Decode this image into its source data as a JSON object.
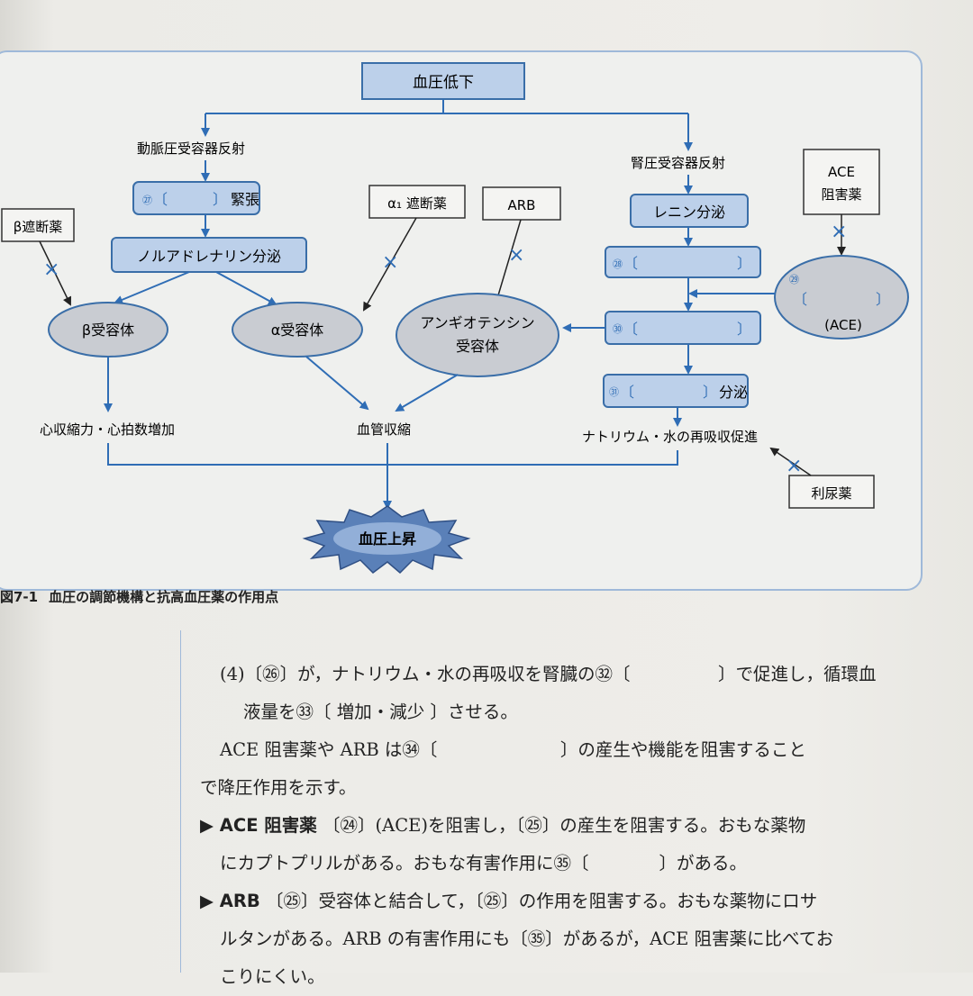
{
  "diagram": {
    "nodes": {
      "top": "血圧低下",
      "left_reflex": "動脈圧受容器反射",
      "right_reflex": "腎圧受容器反射",
      "tension_blank_num": "㉗",
      "tension_label": "緊張",
      "noradrenaline": "ノルアドレナリン分泌",
      "beta_blocker": "β遮断薬",
      "alpha_blocker": "α₁ 遮断薬",
      "arb_box": "ARB",
      "ace_box_line1": "ACE",
      "ace_box_line2": "阻害薬",
      "renin": "レニン分泌",
      "blank28_num": "㉘",
      "blank29_num": "㉙",
      "ace_ellipse": "(ACE)",
      "blank30_num": "㉚",
      "blank31_num": "㉛",
      "blank31_label": "分泌",
      "beta_receptor": "β受容体",
      "alpha_receptor": "α受容体",
      "angio_receptor_line1": "アンギオテンシン",
      "angio_receptor_line2": "受容体",
      "cardiac": "心収縮力・心拍数増加",
      "vasoconstriction": "血管収縮",
      "sodium": "ナトリウム・水の再吸収促進",
      "diuretic": "利尿薬",
      "result": "血圧上昇"
    },
    "colors": {
      "box_fill": "#bcd0ea",
      "box_border": "#3a6ea8",
      "arrow": "#2f6db5",
      "cross": "#2f6db5",
      "ellipse_fill": "#c9ccd2"
    }
  },
  "caption": {
    "number": "図7-1",
    "text": "血圧の調節機構と抗高血圧薬の作用点"
  },
  "body": {
    "line1": "(4)〔㉖〕が，ナトリウム・水の再吸収を腎臓の㉜〔　　　　　〕で促進し，循環血",
    "line2": "液量を㉝〔 増加・減少 〕させる。",
    "line3": "ACE 阻害薬や ARB は㉞〔　　　　　　　〕の産生や機能を阻害すること",
    "line4": "で降圧作用を示す。",
    "line5_head": "▶ ACE 阻害薬",
    "line5": "〔㉔〕(ACE)を阻害し，〔㉕〕の産生を阻害する。おもな薬物",
    "line6": "にカプトプリルがある。おもな有害作用に㉟〔　　　　〕がある。",
    "line7_head": "▶ ARB",
    "line7": "〔㉕〕受容体と結合して，〔㉕〕の作用を阻害する。おもな薬物にロサ",
    "line8": "ルタンがある。ARB の有害作用にも〔㉟〕があるが，ACE 阻害薬に比べてお",
    "line9": "こりにくい。"
  }
}
